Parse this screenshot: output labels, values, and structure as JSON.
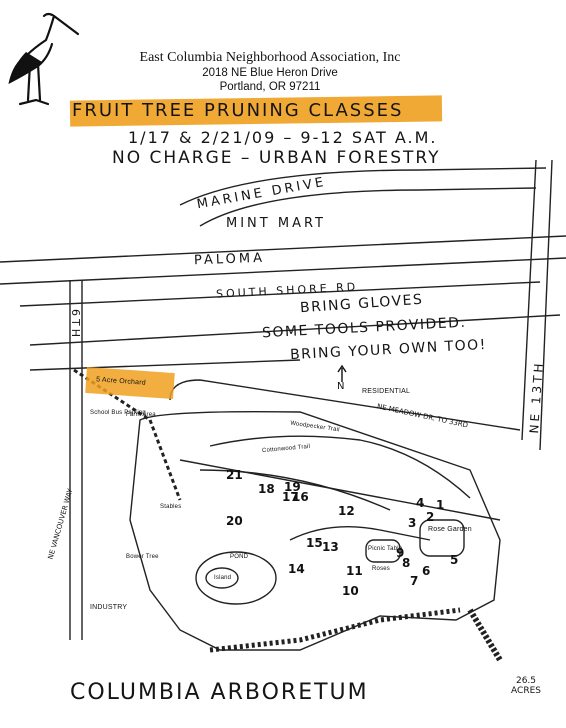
{
  "letterhead": {
    "org_name": "East Columbia Neighborhood Association, Inc",
    "address_line1": "2018 NE Blue Heron Drive",
    "address_line2": "Portland, OR 97211"
  },
  "announcement": {
    "title": "FRUIT TREE PRUNING CLASSES",
    "dates": "1/17 & 2/21/09 – 9-12 SAT A.M.",
    "sponsor": "NO CHARGE – URBAN FORESTRY"
  },
  "notes": {
    "gloves": "BRING GLOVES",
    "tools": "SOME TOOLS PROVIDED.",
    "own": "BRING YOUR OWN TOO!"
  },
  "streets": {
    "marine": "MARINE DRIVE",
    "mintmart": "MINT MART",
    "paloma": "PALOMA",
    "southshore": "SOUTH SHORE RD",
    "ne13th": "NE 13TH",
    "ne6th": "6TH",
    "meadow": "NE MEADOW DR. TO 33RD",
    "vancouver": "NE VANCOUVER WAY"
  },
  "map_labels": {
    "orchard": "5 Acre Orchard",
    "school_bus": "School Bus Parking",
    "farm_area": "Farm Area",
    "residential": "RESIDENTIAL",
    "woodpecker": "Woodpecker Trail",
    "cottonwood": "Cottonwood Trail",
    "roses_label": "Roses",
    "rose_garden": "Rose Garden",
    "picnic": "Picnic Table",
    "pond": "POND",
    "island": "Island",
    "bower": "Bower Tree",
    "industry": "INDUSTRY",
    "stables": "Stables",
    "north": "N"
  },
  "site_numbers": [
    "1",
    "2",
    "3",
    "4",
    "5",
    "6",
    "7",
    "8",
    "9",
    "10",
    "11",
    "12",
    "13",
    "14",
    "15",
    "16",
    "17",
    "18",
    "19",
    "20",
    "21"
  ],
  "footer": {
    "name": "COLUMBIA ARBORETUM",
    "acres": "26.5 ACRES"
  }
}
